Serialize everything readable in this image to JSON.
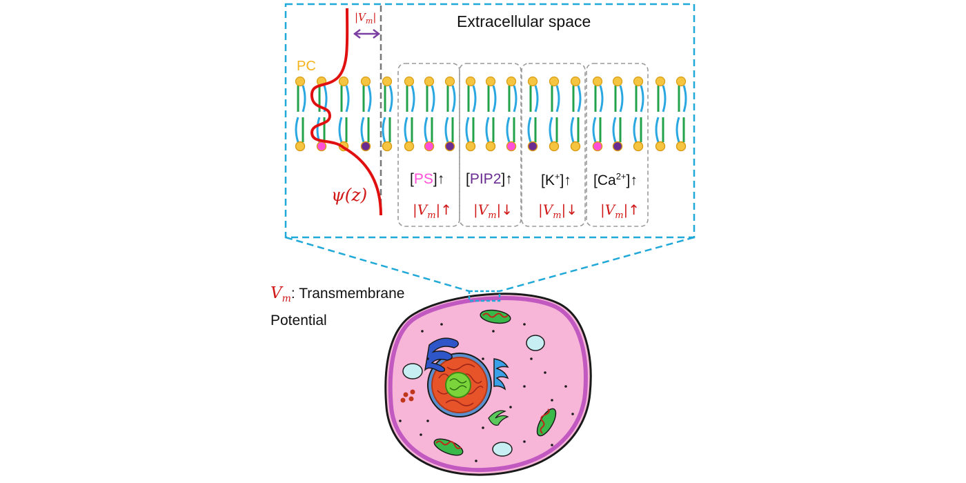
{
  "membrane_panel": {
    "title": "Extracellular space",
    "lipid_label": "PC",
    "vm_symbol": "|V",
    "vm_sub": "m",
    "vm_close": "|",
    "psi_label": "ψ(z)"
  },
  "groups": [
    {
      "open": "[",
      "species": "PS",
      "species_color": "#ff4fd8",
      "close": "]",
      "conc_arrow": "↑",
      "vm_arrow": "↑"
    },
    {
      "open": "[",
      "species": "PIP2",
      "species_color": "#6a2c91",
      "close": "]",
      "conc_arrow": "↑",
      "vm_arrow": "↓"
    },
    {
      "open": "[",
      "species": "K",
      "sup": "+",
      "species_color": "#111111",
      "close": "]",
      "conc_arrow": "↑",
      "vm_arrow": "↓"
    },
    {
      "open": "[",
      "species": "Ca",
      "sup": "2+",
      "species_color": "#111111",
      "close": "]",
      "conc_arrow": "↑",
      "vm_arrow": "↑"
    }
  ],
  "legend": {
    "symbol": "V",
    "sub": "m",
    "text_line1": ": Transmembrane",
    "text_line2": "Potential"
  },
  "colors": {
    "zoom_box": "#1fa8d8",
    "head_pc": "#f5c542",
    "head_ps": "#ff4fd8",
    "head_pip2": "#6a2c91",
    "tail_green": "#22a24a",
    "tail_blue": "#2aa7e0",
    "potential_curve": "#e01010",
    "vm_arrow": "#7a3fa0",
    "cell_fill": "#f7b6d8",
    "cell_border": "#b03ab8"
  }
}
